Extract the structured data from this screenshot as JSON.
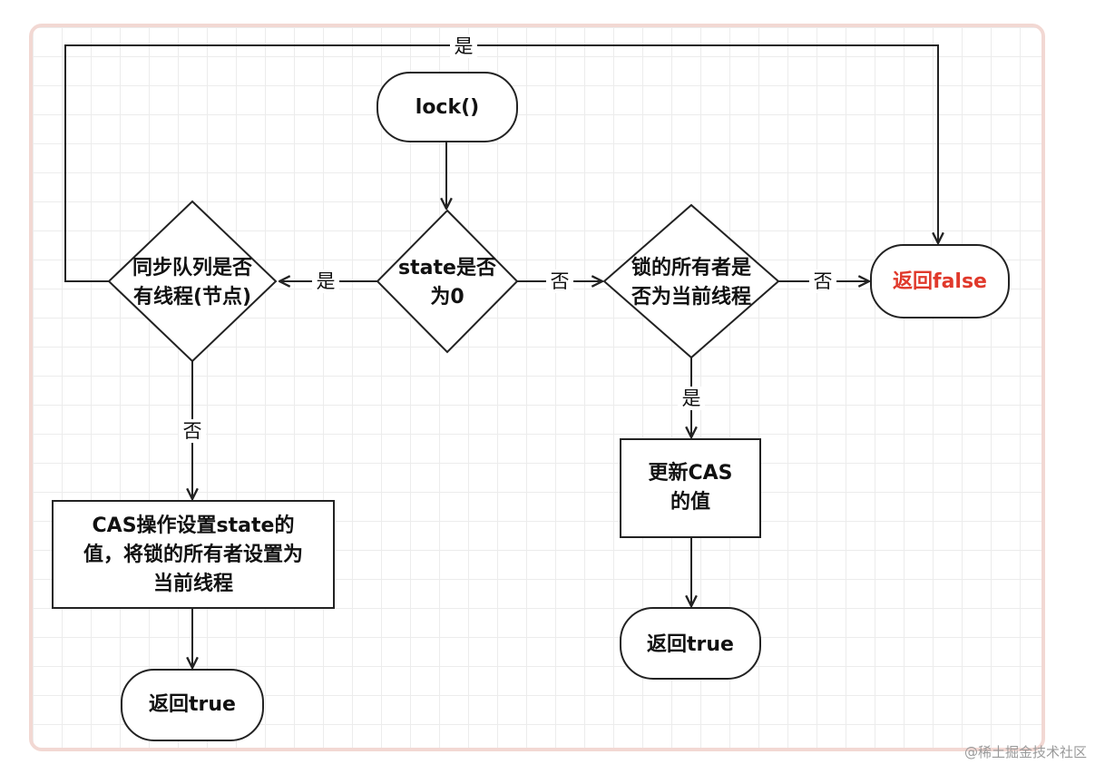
{
  "nodes": {
    "lock": "lock()",
    "state_check": [
      "state是否",
      "为0"
    ],
    "queue_check": [
      "同步队列是否",
      "有线程(节点)"
    ],
    "owner_check": [
      "锁的所有者是",
      "否为当前线程"
    ],
    "return_false": "返回false",
    "cas_set": [
      "CAS操作设置state的",
      "值，将锁的所有者设置为",
      "当前线程"
    ],
    "update_cas": [
      "更新CAS",
      "的值"
    ],
    "return_true_left": "返回true",
    "return_true_right": "返回true"
  },
  "edges": {
    "state_to_queue": "是",
    "state_to_owner": "否",
    "owner_to_false": "否",
    "owner_to_update": "是",
    "queue_to_cas": "否",
    "queue_to_false": "是"
  },
  "colors": {
    "accent_red": "#e0392b",
    "frame_border": "#f2d8d3"
  },
  "watermark": "@稀土掘金技术社区"
}
